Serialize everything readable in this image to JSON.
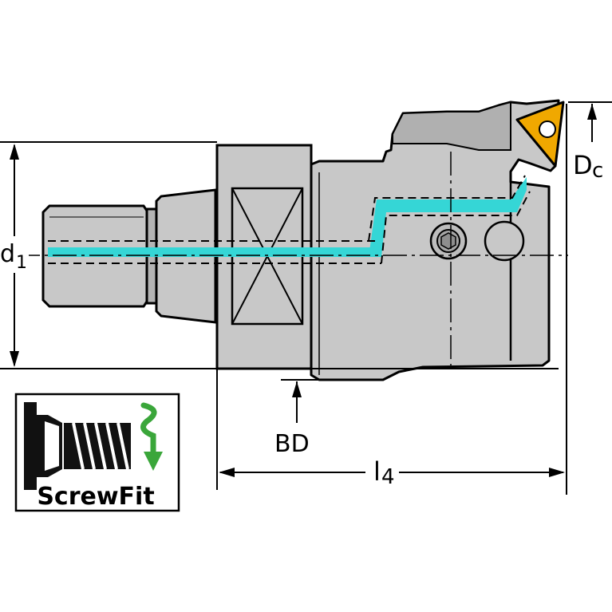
{
  "diagram": {
    "labels": {
      "d1_main": "d",
      "d1_sub": "1",
      "dc_main": "D",
      "dc_sub": "c",
      "bd": "BD",
      "l4_main": "l",
      "l4_sub": "4"
    },
    "logo": {
      "text": "ScrewFit",
      "icon": "screw-thread-rotate-icon"
    },
    "colors": {
      "body": "#c8c8c8",
      "body_dark": "#a9a9a9",
      "outline": "#000000",
      "coolant": "#35d6d6",
      "insert": "#f0a800",
      "arrow_green": "#3aa63a"
    }
  }
}
